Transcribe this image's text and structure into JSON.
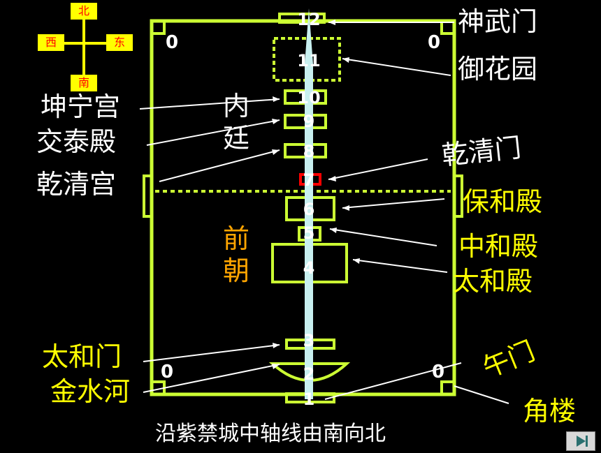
{
  "compass": {
    "north": "北",
    "south": "南",
    "west": "西",
    "east": "东"
  },
  "corner_marks": [
    "0",
    "0",
    "0",
    "0"
  ],
  "axis_numbers": [
    "12",
    "11",
    "10",
    "9",
    "8",
    "7",
    "6",
    "5",
    "4",
    "3",
    "2",
    "1"
  ],
  "regions": {
    "inner_court": "内廷",
    "outer_court": "前朝"
  },
  "labels_left": [
    "坤宁宫",
    "交泰殿",
    "乾清宫",
    "太和门",
    "金水河"
  ],
  "labels_right": [
    "神武门",
    "御花园",
    "乾清门",
    "保和殿",
    "中和殿",
    "太和殿",
    "午门",
    "角楼"
  ],
  "caption": "沿紫禁城中轴线由南向北",
  "colors": {
    "frame": "#ccff33",
    "axis": "#c8f0f0",
    "accent": "#ff0000",
    "highlight": "#ffff00",
    "region": "#ffa500"
  },
  "nav": {
    "icon": "play-next-icon"
  }
}
